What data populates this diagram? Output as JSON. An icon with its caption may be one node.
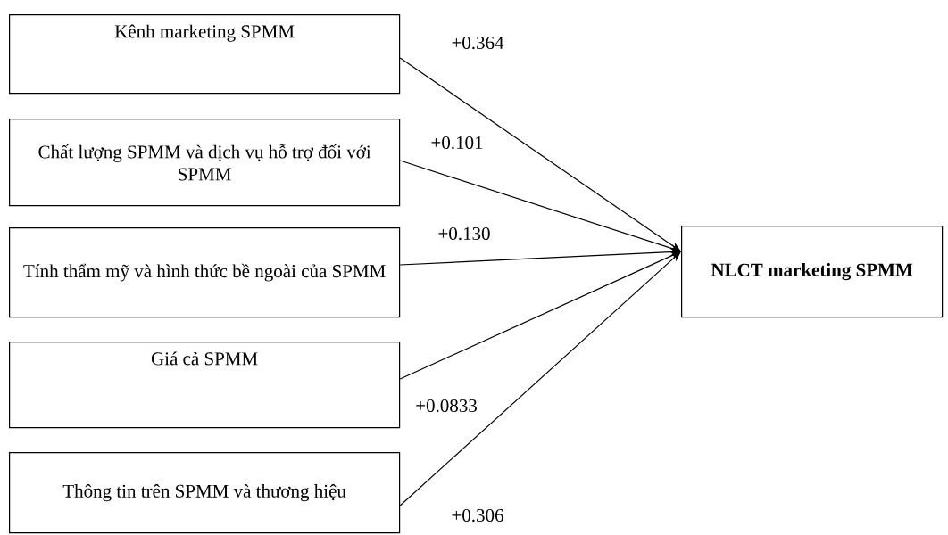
{
  "diagram": {
    "nodes": [
      {
        "text": [
          "Kênh marketing SPMM"
        ]
      },
      {
        "text": [
          "Chất lượng SPMM và dịch vụ hỗ trợ đối với SPMM"
        ]
      },
      {
        "text": [
          "Tính thẩm mỹ và hình thức bề ngoài của SPMM"
        ]
      },
      {
        "text": [
          "Giá cả SPMM"
        ]
      },
      {
        "text": [
          "Thông tin trên SPMM và thương hiệu"
        ]
      },
      {
        "text": [
          "NLCT marketing SPMM"
        ]
      }
    ],
    "edges": [
      {
        "from": 0,
        "to": 5,
        "arrow": "to",
        "label": "+0.364"
      },
      {
        "from": 1,
        "to": 5,
        "arrow": "to",
        "label": "+0.101"
      },
      {
        "from": 2,
        "to": 5,
        "arrow": "to",
        "label": "+0.130"
      },
      {
        "from": 3,
        "to": 5,
        "arrow": "to",
        "label": "+0.0833"
      },
      {
        "from": 4,
        "to": 5,
        "arrow": "to",
        "label": "+0.306"
      }
    ]
  }
}
